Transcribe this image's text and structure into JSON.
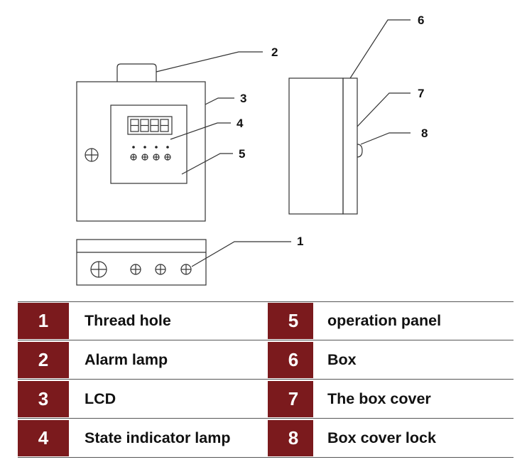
{
  "callouts": [
    "1",
    "2",
    "3",
    "4",
    "5",
    "6",
    "7",
    "8"
  ],
  "legend": [
    {
      "left_num": "1",
      "left_text": "Thread hole",
      "right_num": "5",
      "right_text": "operation panel"
    },
    {
      "left_num": "2",
      "left_text": "Alarm lamp",
      "right_num": "6",
      "right_text": "Box"
    },
    {
      "left_num": "3",
      "left_text": "LCD",
      "right_num": "7",
      "right_text": "The box cover"
    },
    {
      "left_num": "4",
      "left_text": "State indicator lamp",
      "right_num": "8",
      "right_text": "Box cover lock"
    }
  ],
  "colors": {
    "number_cell": "#7b1a1d",
    "lines": "#333333"
  }
}
